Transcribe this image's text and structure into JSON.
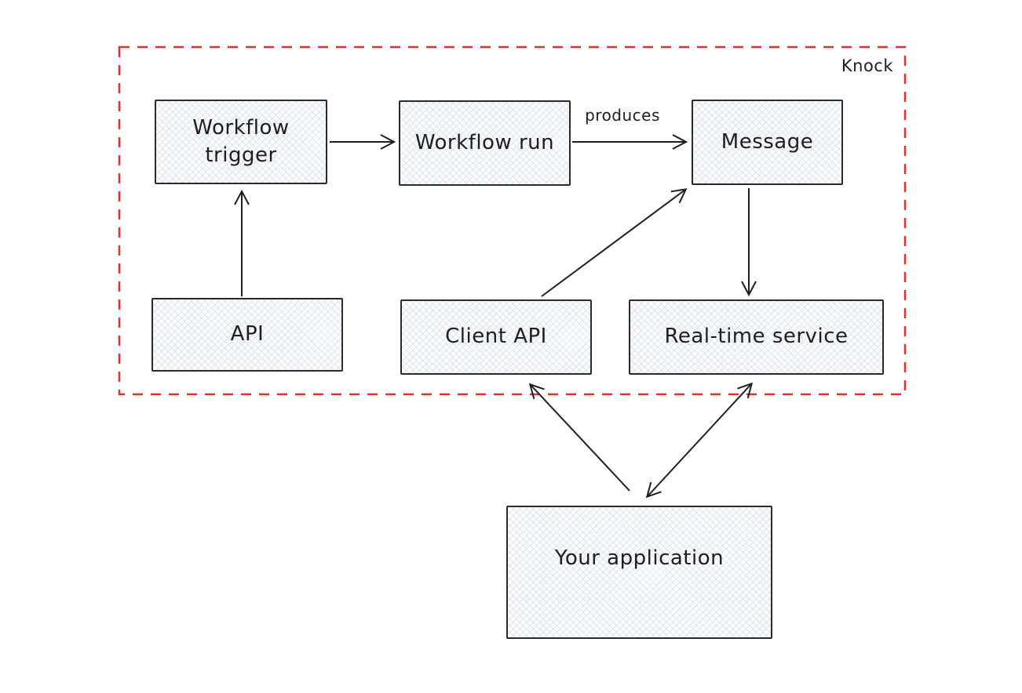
{
  "diagram": {
    "type": "flow-diagram",
    "group": {
      "label": "Knock",
      "border_color": "#e03131",
      "border_style": "dashed"
    },
    "colors": {
      "stroke": "#1e1e1e",
      "node_border": "#2a2a2a",
      "node_fill": "#fbfcfd",
      "node_hatch": "#dfe3ea",
      "accent_red": "#e03131"
    },
    "nodes": {
      "workflow_trigger": {
        "label": "Workflow trigger",
        "inside_group": true
      },
      "workflow_run": {
        "label": "Workflow run",
        "inside_group": true
      },
      "message": {
        "label": "Message",
        "inside_group": true
      },
      "api": {
        "label": "API",
        "inside_group": true
      },
      "client_api": {
        "label": "Client API",
        "inside_group": true
      },
      "realtime_service": {
        "label": "Real-time service",
        "inside_group": true
      },
      "your_application": {
        "label": "Your application",
        "inside_group": false
      }
    },
    "edges": [
      {
        "from": "workflow_trigger",
        "to": "workflow_run",
        "label": "",
        "bidirectional": false
      },
      {
        "from": "workflow_run",
        "to": "message",
        "label": "produces",
        "bidirectional": false
      },
      {
        "from": "api",
        "to": "workflow_trigger",
        "label": "",
        "bidirectional": false
      },
      {
        "from": "client_api",
        "to": "message",
        "label": "",
        "bidirectional": false
      },
      {
        "from": "message",
        "to": "realtime_service",
        "label": "",
        "bidirectional": false
      },
      {
        "from": "your_application",
        "to": "client_api",
        "label": "",
        "bidirectional": false
      },
      {
        "from": "your_application",
        "to": "realtime_service",
        "label": "",
        "bidirectional": true
      }
    ]
  }
}
